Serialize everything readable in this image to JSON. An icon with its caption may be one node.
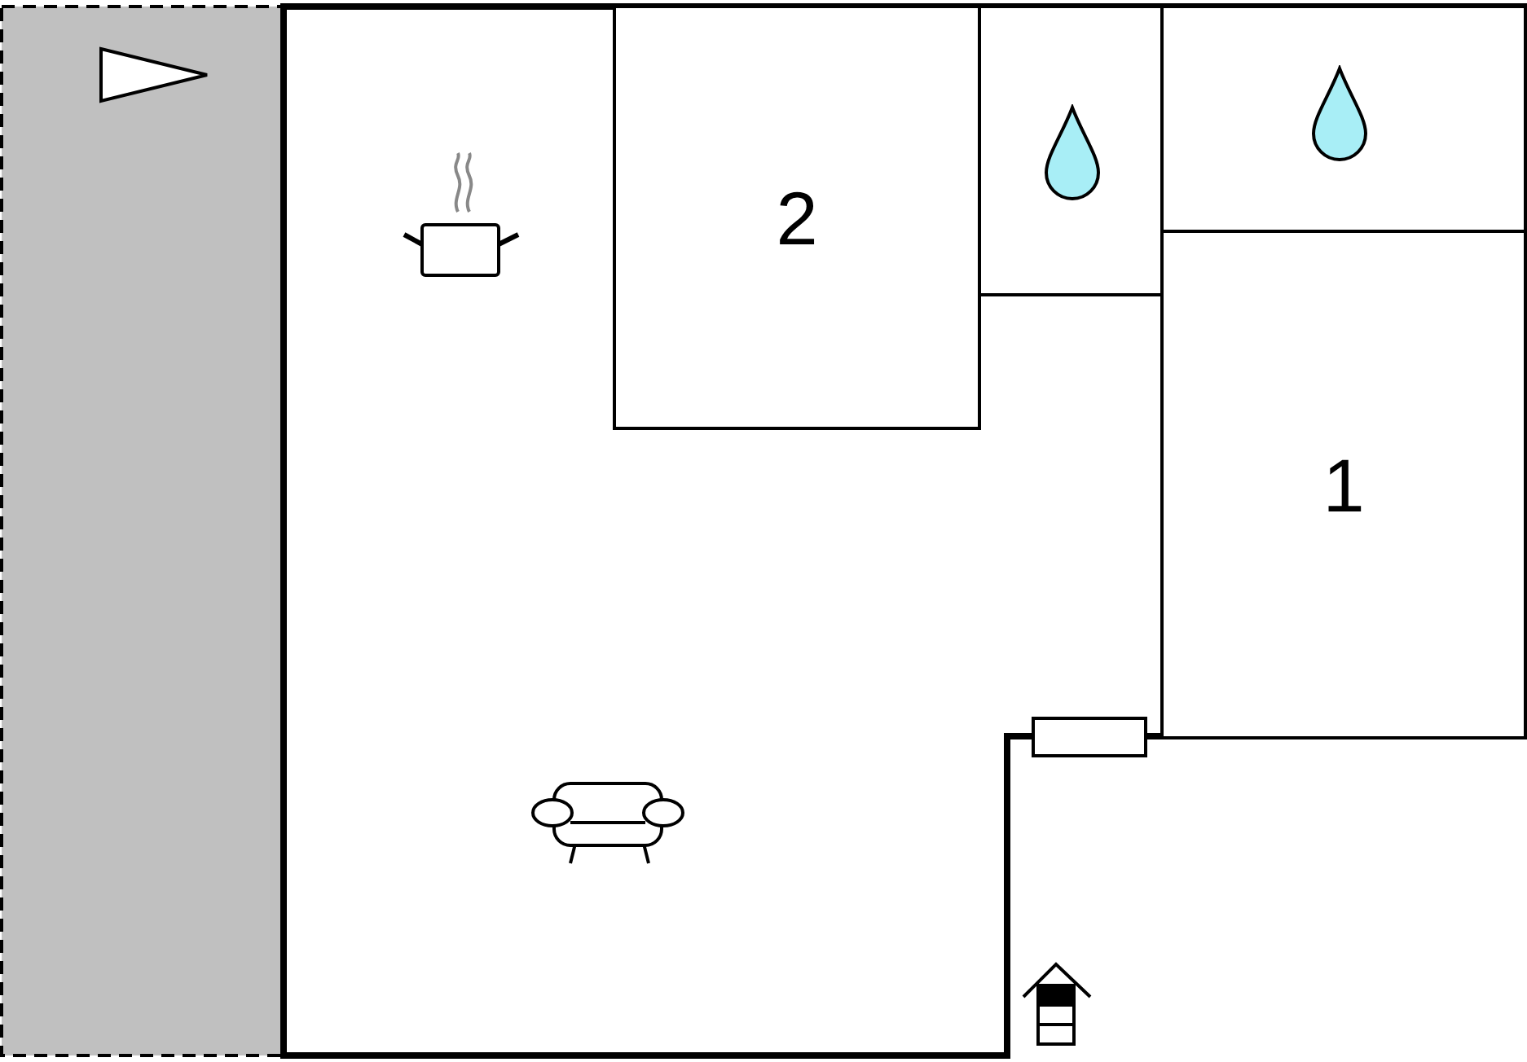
{
  "diagram": {
    "nodes": [
      {
        "text": [
          "2"
        ]
      },
      {
        "text": [],
        "shape": "box"
      },
      {
        "text": [],
        "shape": "box"
      },
      {
        "text": [
          "1"
        ]
      }
    ]
  }
}
